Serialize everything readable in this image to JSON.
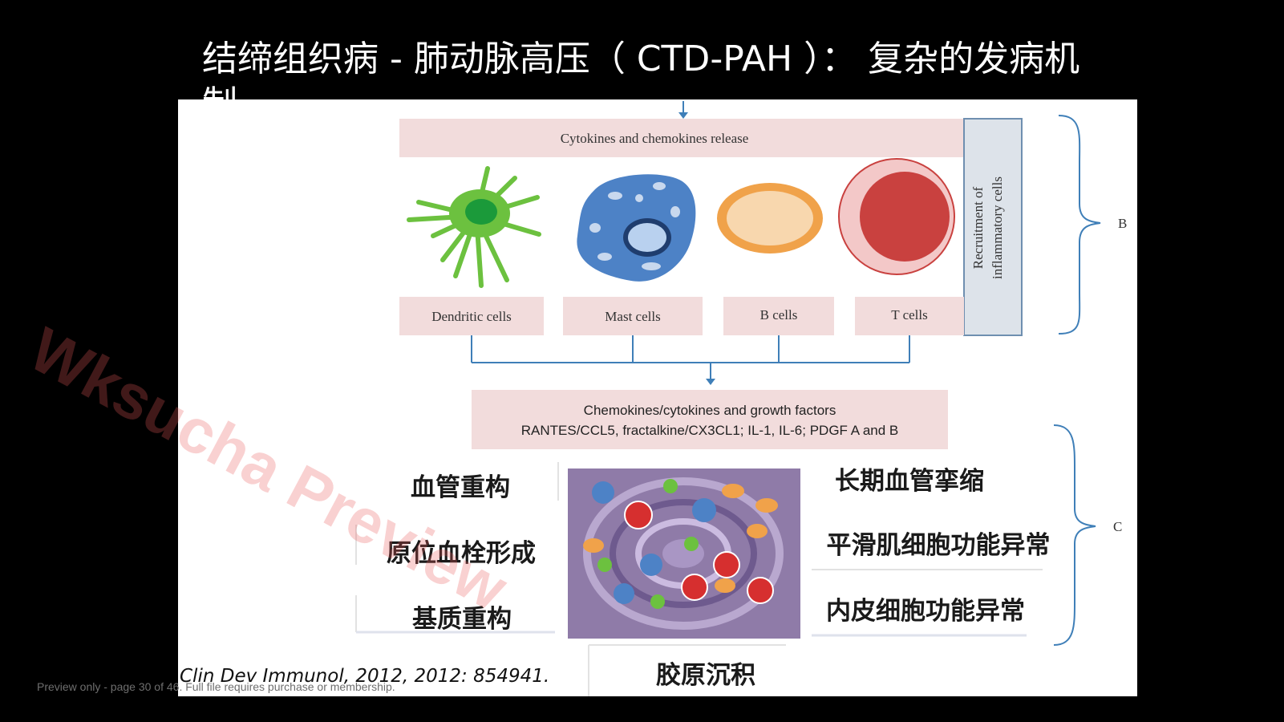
{
  "slide": {
    "title": "结缔组织病 - 肺动脉高压（ CTD-PAH ）： 复杂的发病机制"
  },
  "figure": {
    "top_box": "Cytokines and chemokines release",
    "recruitment_line1": "Recruitment of",
    "recruitment_line2": "inflammatory cells",
    "cells": {
      "dendritic": "Dendritic cells",
      "mast": "Mast cells",
      "b": "B cells",
      "t": "T cells"
    },
    "bracket_b": "B",
    "bracket_c": "C",
    "growth_box_line1": "Chemokines/cytokines and growth factors",
    "growth_box_line2": "RANTES/CCL5, fractalkine/CX3CL1; IL-1, IL-6; PDGF A and B",
    "effects_left": [
      "血管重构",
      "原位血栓形成",
      "基质重构"
    ],
    "effects_right": [
      "长期血管挛缩",
      "平滑肌细胞功能异常",
      "内皮细胞功能异常"
    ],
    "effect_bottom": "胶原沉积",
    "citation": "Clin Dev Immunol, 2012, 2012: 854941.",
    "colors": {
      "pink_box": "#f2dcdc",
      "blue_line": "#3f7fb8",
      "dendritic_green": "#6cc13f",
      "mast_blue": "#4d82c6",
      "b_cell_orange": "#f0a24a",
      "t_cell_red": "#c9413f"
    }
  },
  "watermark": "Wksucha Preview",
  "footer": "Preview only - page 30 of 46. Full file requires purchase or membership."
}
